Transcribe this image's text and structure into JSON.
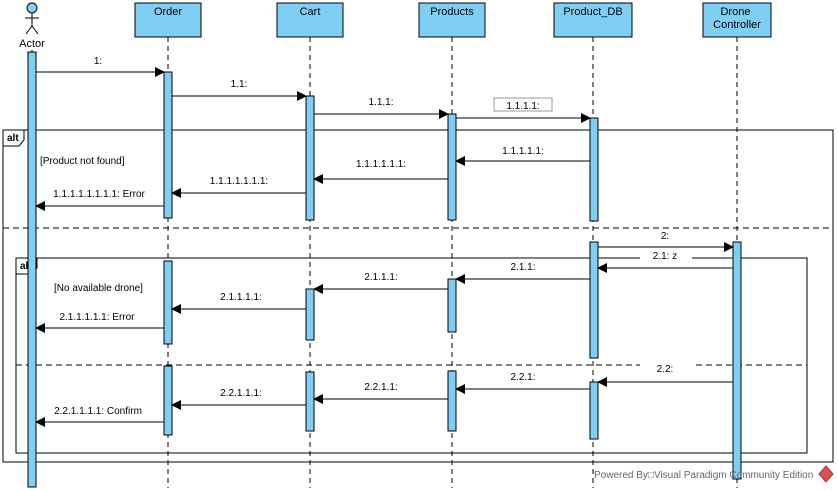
{
  "diagram": {
    "actor_label": "Actor",
    "lifelines": [
      "Order",
      "Cart",
      "Products",
      "Product_DB",
      "Drone\nController"
    ],
    "outer_frame": {
      "tag": "alt",
      "guard": "[Product not found]"
    },
    "inner_frame": {
      "tag": "alt",
      "guard": "[No available drone]"
    },
    "messages": [
      {
        "label": "1:"
      },
      {
        "label": "1.1:"
      },
      {
        "label": "1.1.1:"
      },
      {
        "label": "1.1.1.1:"
      },
      {
        "label": "1.1.1.1.1:"
      },
      {
        "label": "1.1.1.1.1.1:"
      },
      {
        "label": "1.1.1.1.1.1.1:"
      },
      {
        "label": "1.1.1.1.1.1.1.1: Error"
      },
      {
        "label": "2:"
      },
      {
        "label": "2.1: z"
      },
      {
        "label": "2.1.1:"
      },
      {
        "label": "2.1.1.1:"
      },
      {
        "label": "2.1.1.1.1:"
      },
      {
        "label": "2.1.1.1.1.1: Error"
      },
      {
        "label": "2.2:"
      },
      {
        "label": "2.2.1:"
      },
      {
        "label": "2.2.1.1:"
      },
      {
        "label": "2.2.1.1.1:"
      },
      {
        "label": "2.2.1.1.1.1: Confirm"
      }
    ],
    "footer": "Powered By□Visual Paradigm Community Edition",
    "colors": {
      "lifeline_fill": "#7fcff4",
      "activation_fill": "#7fcff4",
      "line": "#000000",
      "footer_text": "#666666"
    }
  }
}
